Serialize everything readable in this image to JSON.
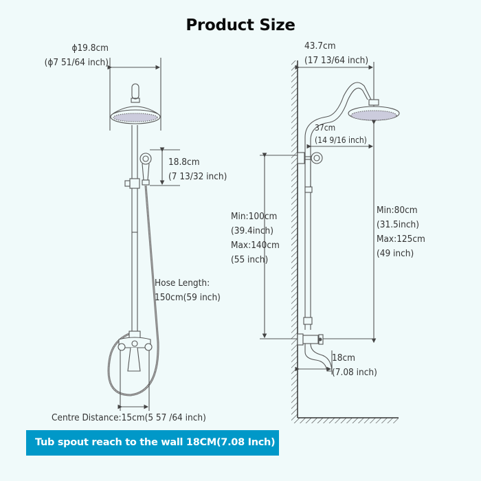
{
  "title": "Product Size",
  "left_diagram": {
    "shower_head_diameter": {
      "cm": "ϕ19.8cm",
      "inch": "(ϕ7 51/64 inch)"
    },
    "handheld_height": {
      "cm": "18.8cm",
      "inch": "(7 13/32 inch)"
    },
    "hose_length": {
      "line1": "Hose Length:",
      "line2": "150cm(59 inch)"
    },
    "centre_distance": "Centre Distance:15cm(5 57 /64 inch)"
  },
  "right_diagram": {
    "arm_reach": {
      "cm": "43.7cm",
      "inch": "(17 13/64 inch)"
    },
    "handheld_reach": {
      "cm": "37cm",
      "inch": "(14 9/16 inch)"
    },
    "bracket_height": {
      "min_cm": "Min:100cm",
      "min_inch": "(39.4inch)",
      "max_cm": "Max:140cm",
      "max_inch": "(55 inch)"
    },
    "head_height": {
      "min_cm": "Min:80cm",
      "min_inch": "(31.5inch)",
      "max_cm": "Max:125cm",
      "max_inch": "(49 inch)"
    },
    "spout_reach": {
      "cm": "18cm",
      "inch": "(7.08 inch)"
    }
  },
  "banner": {
    "text": "Tub spout reach to the wall 18CM(7.08 Inch)",
    "color": "#0098C8"
  },
  "colors": {
    "background": "#F0FAFA",
    "line": "#555555"
  }
}
